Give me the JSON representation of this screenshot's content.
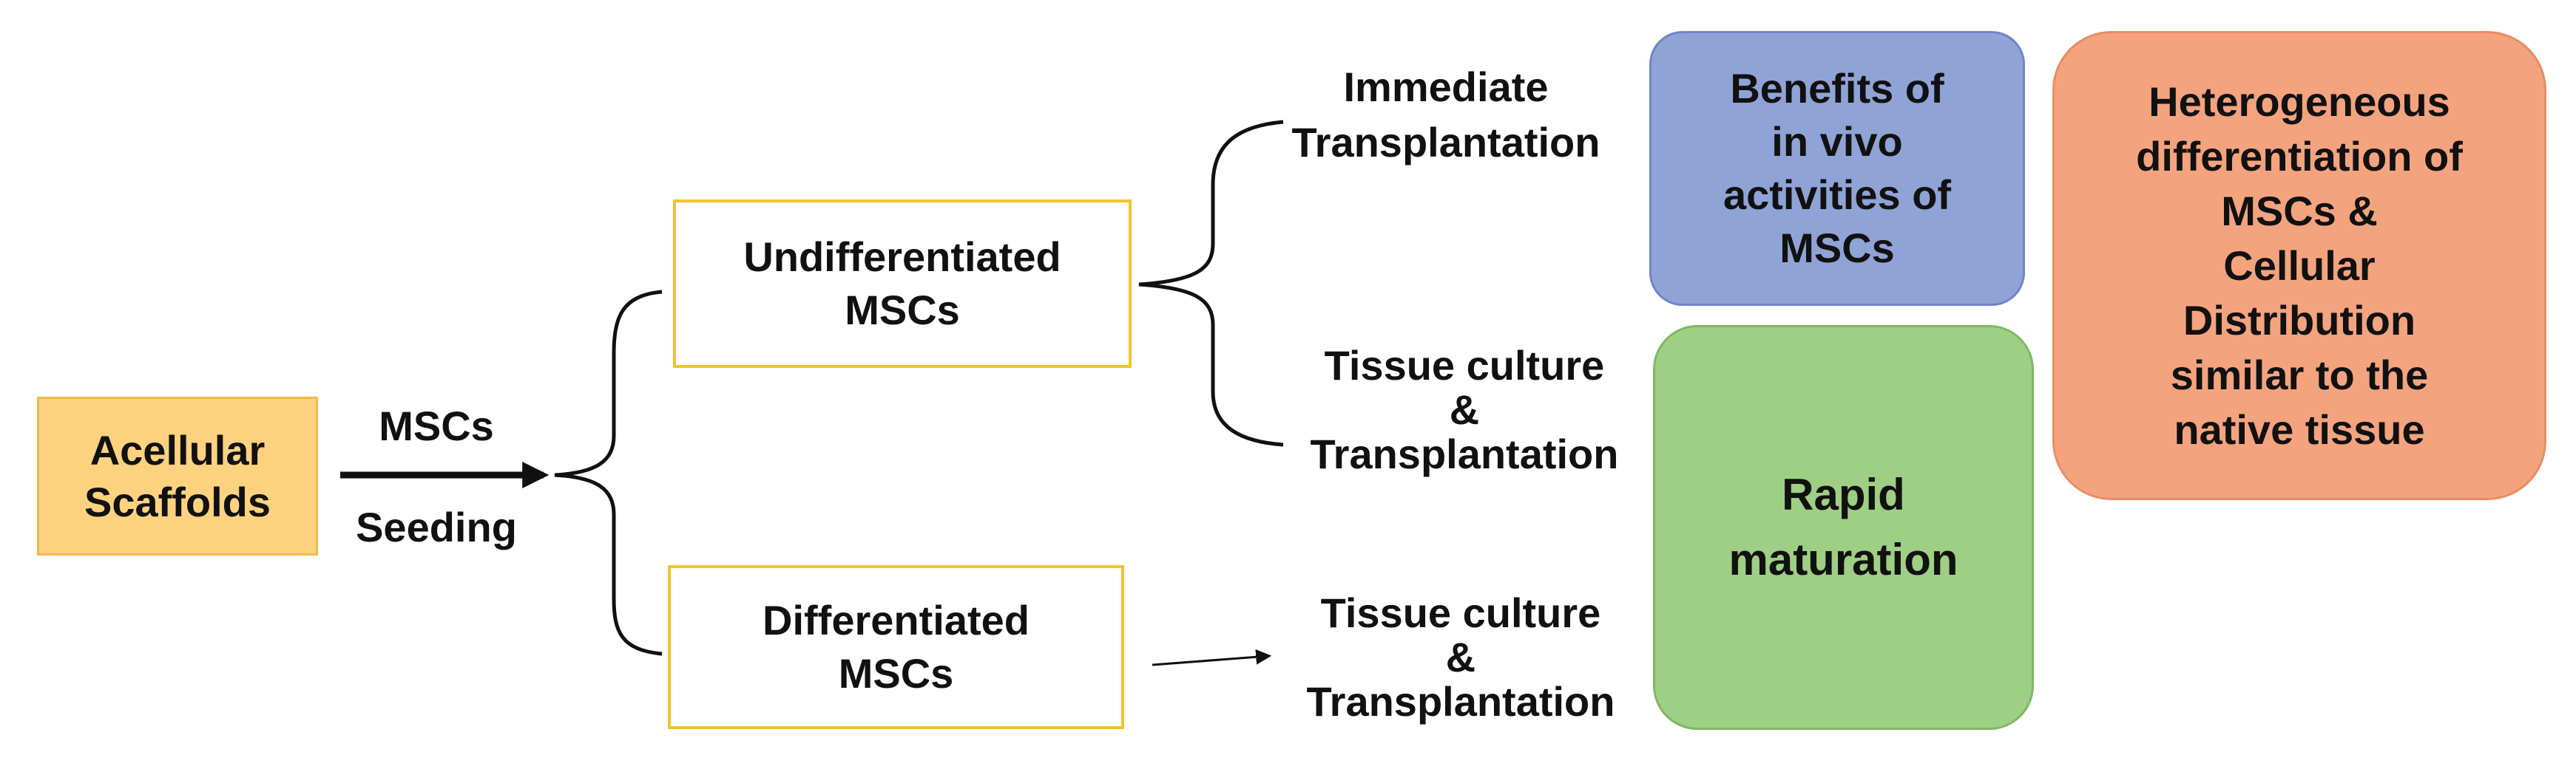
{
  "nodes": {
    "acellular": "Acellular\nScaffolds",
    "undifferentiated": "Undifferentiated\nMSCs",
    "differentiated": "Differentiated\nMSCs",
    "benefits": "Benefits of\nin vivo\nactivities of\nMSCs",
    "rapid": "Rapid\nmaturation",
    "heterogeneous": "Heterogeneous\ndifferentiation of\nMSCs &\nCellular\nDistribution\nsimilar to the\nnative tissue"
  },
  "edge_labels": {
    "msc_top": "MSCs",
    "seeding": "Seeding",
    "immediate": "Immediate\nTransplantation",
    "tissue_culture_1": "Tissue culture\n&\nTransplantation",
    "tissue_culture_2": "Tissue culture\n&\nTransplantation"
  },
  "colors": {
    "acellular_fill": "#ffd27f",
    "acellular_border": "#f0b84a",
    "mscs_border": "#f2c230",
    "benefits_fill": "#8fa3d6",
    "benefits_border": "#6f86c7",
    "rapid_fill": "#9fcf84",
    "rapid_border": "#7fb864",
    "hetero_fill": "#f4a37f",
    "hetero_border": "#e98c66",
    "line": "#111111"
  }
}
